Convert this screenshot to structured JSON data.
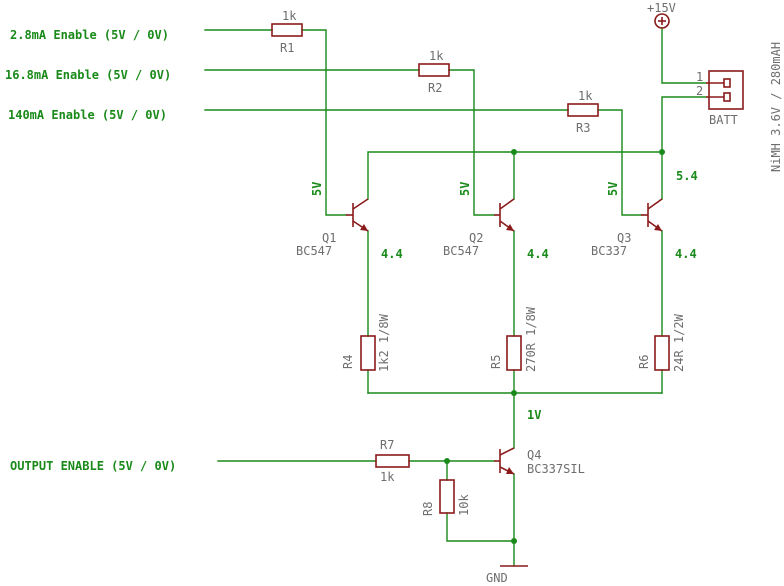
{
  "inputs": {
    "in1": "2.8mA Enable (5V / 0V)",
    "in2": "16.8mA Enable (5V / 0V)",
    "in3": "140mA Enable (5V / 0V)",
    "out": "OUTPUT ENABLE (5V / 0V)"
  },
  "resistors": {
    "r1": {
      "name": "R1",
      "value": "1k"
    },
    "r2": {
      "name": "R2",
      "value": "1k"
    },
    "r3": {
      "name": "R3",
      "value": "1k"
    },
    "r4": {
      "name": "R4",
      "value": "1k2 1/8W"
    },
    "r5": {
      "name": "R5",
      "value": "270R 1/8W"
    },
    "r6": {
      "name": "R6",
      "value": "24R 1/2W"
    },
    "r7": {
      "name": "R7",
      "value": "1k"
    },
    "r8": {
      "name": "R8",
      "value": "10k"
    }
  },
  "transistors": {
    "q1": {
      "name": "Q1",
      "part": "BC547"
    },
    "q2": {
      "name": "Q2",
      "part": "BC547"
    },
    "q3": {
      "name": "Q3",
      "part": "BC337"
    },
    "q4": {
      "name": "Q4",
      "part": "BC337SIL"
    }
  },
  "voltages": {
    "base1": "5V",
    "base2": "5V",
    "base3": "5V",
    "e1": "4.4",
    "e2": "4.4",
    "e3": "4.4",
    "node54": "5.4",
    "node1v": "1V"
  },
  "supply": {
    "label": "+15V"
  },
  "ground": {
    "label": "GND"
  },
  "battery": {
    "name": "BATT",
    "pin1": "1",
    "pin2": "2",
    "spec": "NiMH 3.6V / 280mAH"
  },
  "colors": {
    "wire": "#1a8a1a",
    "component": "#8b1a1a",
    "label": "#6e6e6e"
  }
}
